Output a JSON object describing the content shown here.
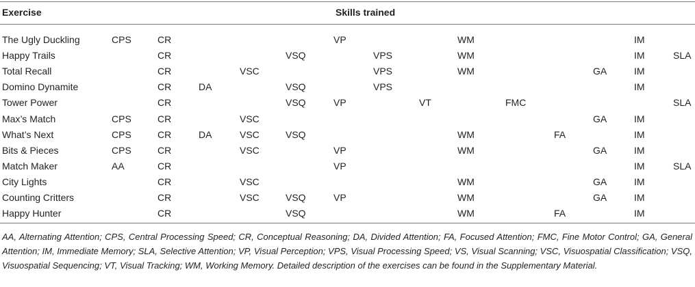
{
  "table": {
    "header_exercise": "Exercise",
    "header_skills": "Skills trained",
    "columns": [
      "CPS_AA",
      "CR",
      "DA",
      "VSC",
      "VSQ",
      "VP",
      "VPS",
      "VT",
      "WM",
      "FMC",
      "FA",
      "GA",
      "IM",
      "SLA"
    ],
    "rows": [
      {
        "exercise": "The Ugly Duckling",
        "skills": {
          "CPS_AA": "CPS",
          "CR": "CR",
          "VP": "VP",
          "WM": "WM",
          "IM": "IM"
        }
      },
      {
        "exercise": "Happy Trails",
        "skills": {
          "CR": "CR",
          "VSQ": "VSQ",
          "VPS": "VPS",
          "WM": "WM",
          "IM": "IM",
          "SLA": "SLA"
        }
      },
      {
        "exercise": "Total Recall",
        "skills": {
          "CR": "CR",
          "VSC": "VSC",
          "VPS": "VPS",
          "WM": "WM",
          "GA": "GA",
          "IM": "IM"
        }
      },
      {
        "exercise": "Domino Dynamite",
        "skills": {
          "CR": "CR",
          "DA": "DA",
          "VSQ": "VSQ",
          "VPS": "VPS",
          "IM": "IM"
        }
      },
      {
        "exercise": "Tower Power",
        "skills": {
          "CR": "CR",
          "VSQ": "VSQ",
          "VP": "VP",
          "VT": "VT",
          "FMC": "FMC",
          "SLA": "SLA"
        }
      },
      {
        "exercise": "Max’s Match",
        "skills": {
          "CPS_AA": "CPS",
          "CR": "CR",
          "VSC": "VSC",
          "GA": "GA",
          "IM": "IM"
        }
      },
      {
        "exercise": "What’s Next",
        "skills": {
          "CPS_AA": "CPS",
          "CR": "CR",
          "DA": "DA",
          "VSC": "VSC",
          "VSQ": "VSQ",
          "WM": "WM",
          "FA": "FA",
          "IM": "IM"
        }
      },
      {
        "exercise": "Bits & Pieces",
        "skills": {
          "CPS_AA": "CPS",
          "CR": "CR",
          "VSC": "VSC",
          "VP": "VP",
          "WM": "WM",
          "GA": "GA",
          "IM": "IM"
        }
      },
      {
        "exercise": "Match Maker",
        "skills": {
          "CPS_AA": "AA",
          "CR": "CR",
          "VP": "VP",
          "IM": "IM",
          "SLA": "SLA"
        }
      },
      {
        "exercise": "City Lights",
        "skills": {
          "CR": "CR",
          "VSC": "VSC",
          "WM": "WM",
          "GA": "GA",
          "IM": "IM"
        }
      },
      {
        "exercise": "Counting Critters",
        "skills": {
          "CR": "CR",
          "VSC": "VSC",
          "VSQ": "VSQ",
          "VP": "VP",
          "WM": "WM",
          "GA": "GA",
          "IM": "IM"
        }
      },
      {
        "exercise": "Happy Hunter",
        "skills": {
          "CR": "CR",
          "VSQ": "VSQ",
          "WM": "WM",
          "FA": "FA",
          "IM": "IM"
        }
      }
    ]
  },
  "footnote": "AA, Alternating Attention; CPS, Central Processing Speed; CR, Conceptual Reasoning; DA, Divided Attention; FA, Focused Attention; FMC, Fine Motor Control; GA, General Attention; IM, Immediate Memory; SLA, Selective Attention; VP, Visual Perception; VPS, Visual Processing Speed; VS, Visual Scanning; VSC, Visuospatial Classification; VSQ, Visuospatial Sequencing; VT, Visual Tracking; WM, Working Memory. Detailed description of the exercises can be found in the Supplementary Material."
}
